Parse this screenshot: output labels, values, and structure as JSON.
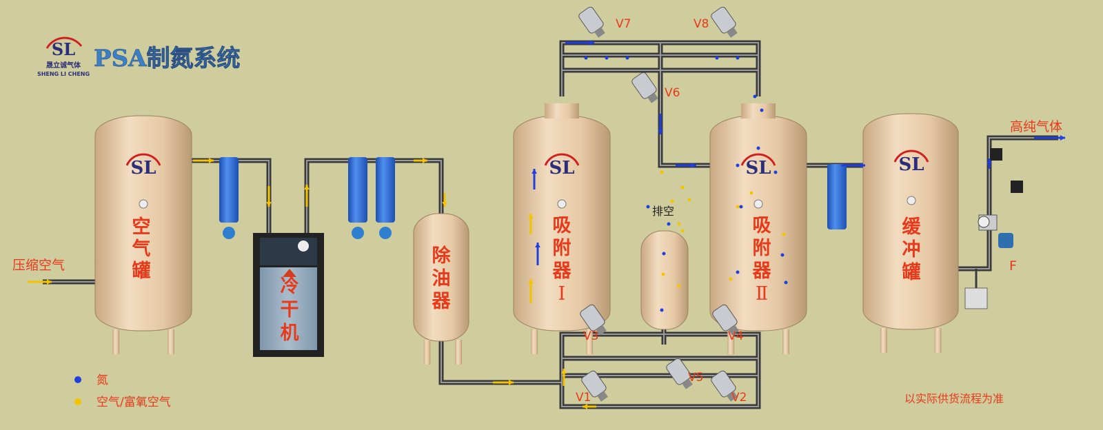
{
  "header": {
    "title": "PSA制氮系统",
    "logo_cn": "晟立诚气体",
    "logo_en": "SHENG LI CHENG"
  },
  "labels": {
    "inlet": "压缩空气",
    "outlet": "高纯气体",
    "flow_meter": "F",
    "vent": "排空",
    "note": "以实际供货流程为准"
  },
  "equipment": {
    "air_tank": [
      "空",
      "气",
      "罐"
    ],
    "dryer": [
      "冷",
      "干",
      "机"
    ],
    "oil_remover": [
      "除",
      "油",
      "器"
    ],
    "adsorber1": [
      "吸",
      "附",
      "器",
      "Ⅰ"
    ],
    "adsorber2": [
      "吸",
      "附",
      "器",
      "Ⅱ"
    ],
    "buffer_tank": [
      "缓",
      "冲",
      "罐"
    ]
  },
  "valves": {
    "v1": "V1",
    "v2": "V2",
    "v3": "V3",
    "v4": "V4",
    "v5": "V5",
    "v6": "V6",
    "v7": "V7",
    "v8": "V8"
  },
  "legend": [
    {
      "label": "氮",
      "color": "#1f3fe0"
    },
    {
      "label": "空气/富氧空气",
      "color": "#f5c400"
    }
  ],
  "colors": {
    "background": "#cfcd9d",
    "tank": "#e6c9a5",
    "pipe": "#3a3a3a",
    "nitrogen": "#1f3fe0",
    "air": "#f5c400",
    "text": "#e8391a"
  }
}
